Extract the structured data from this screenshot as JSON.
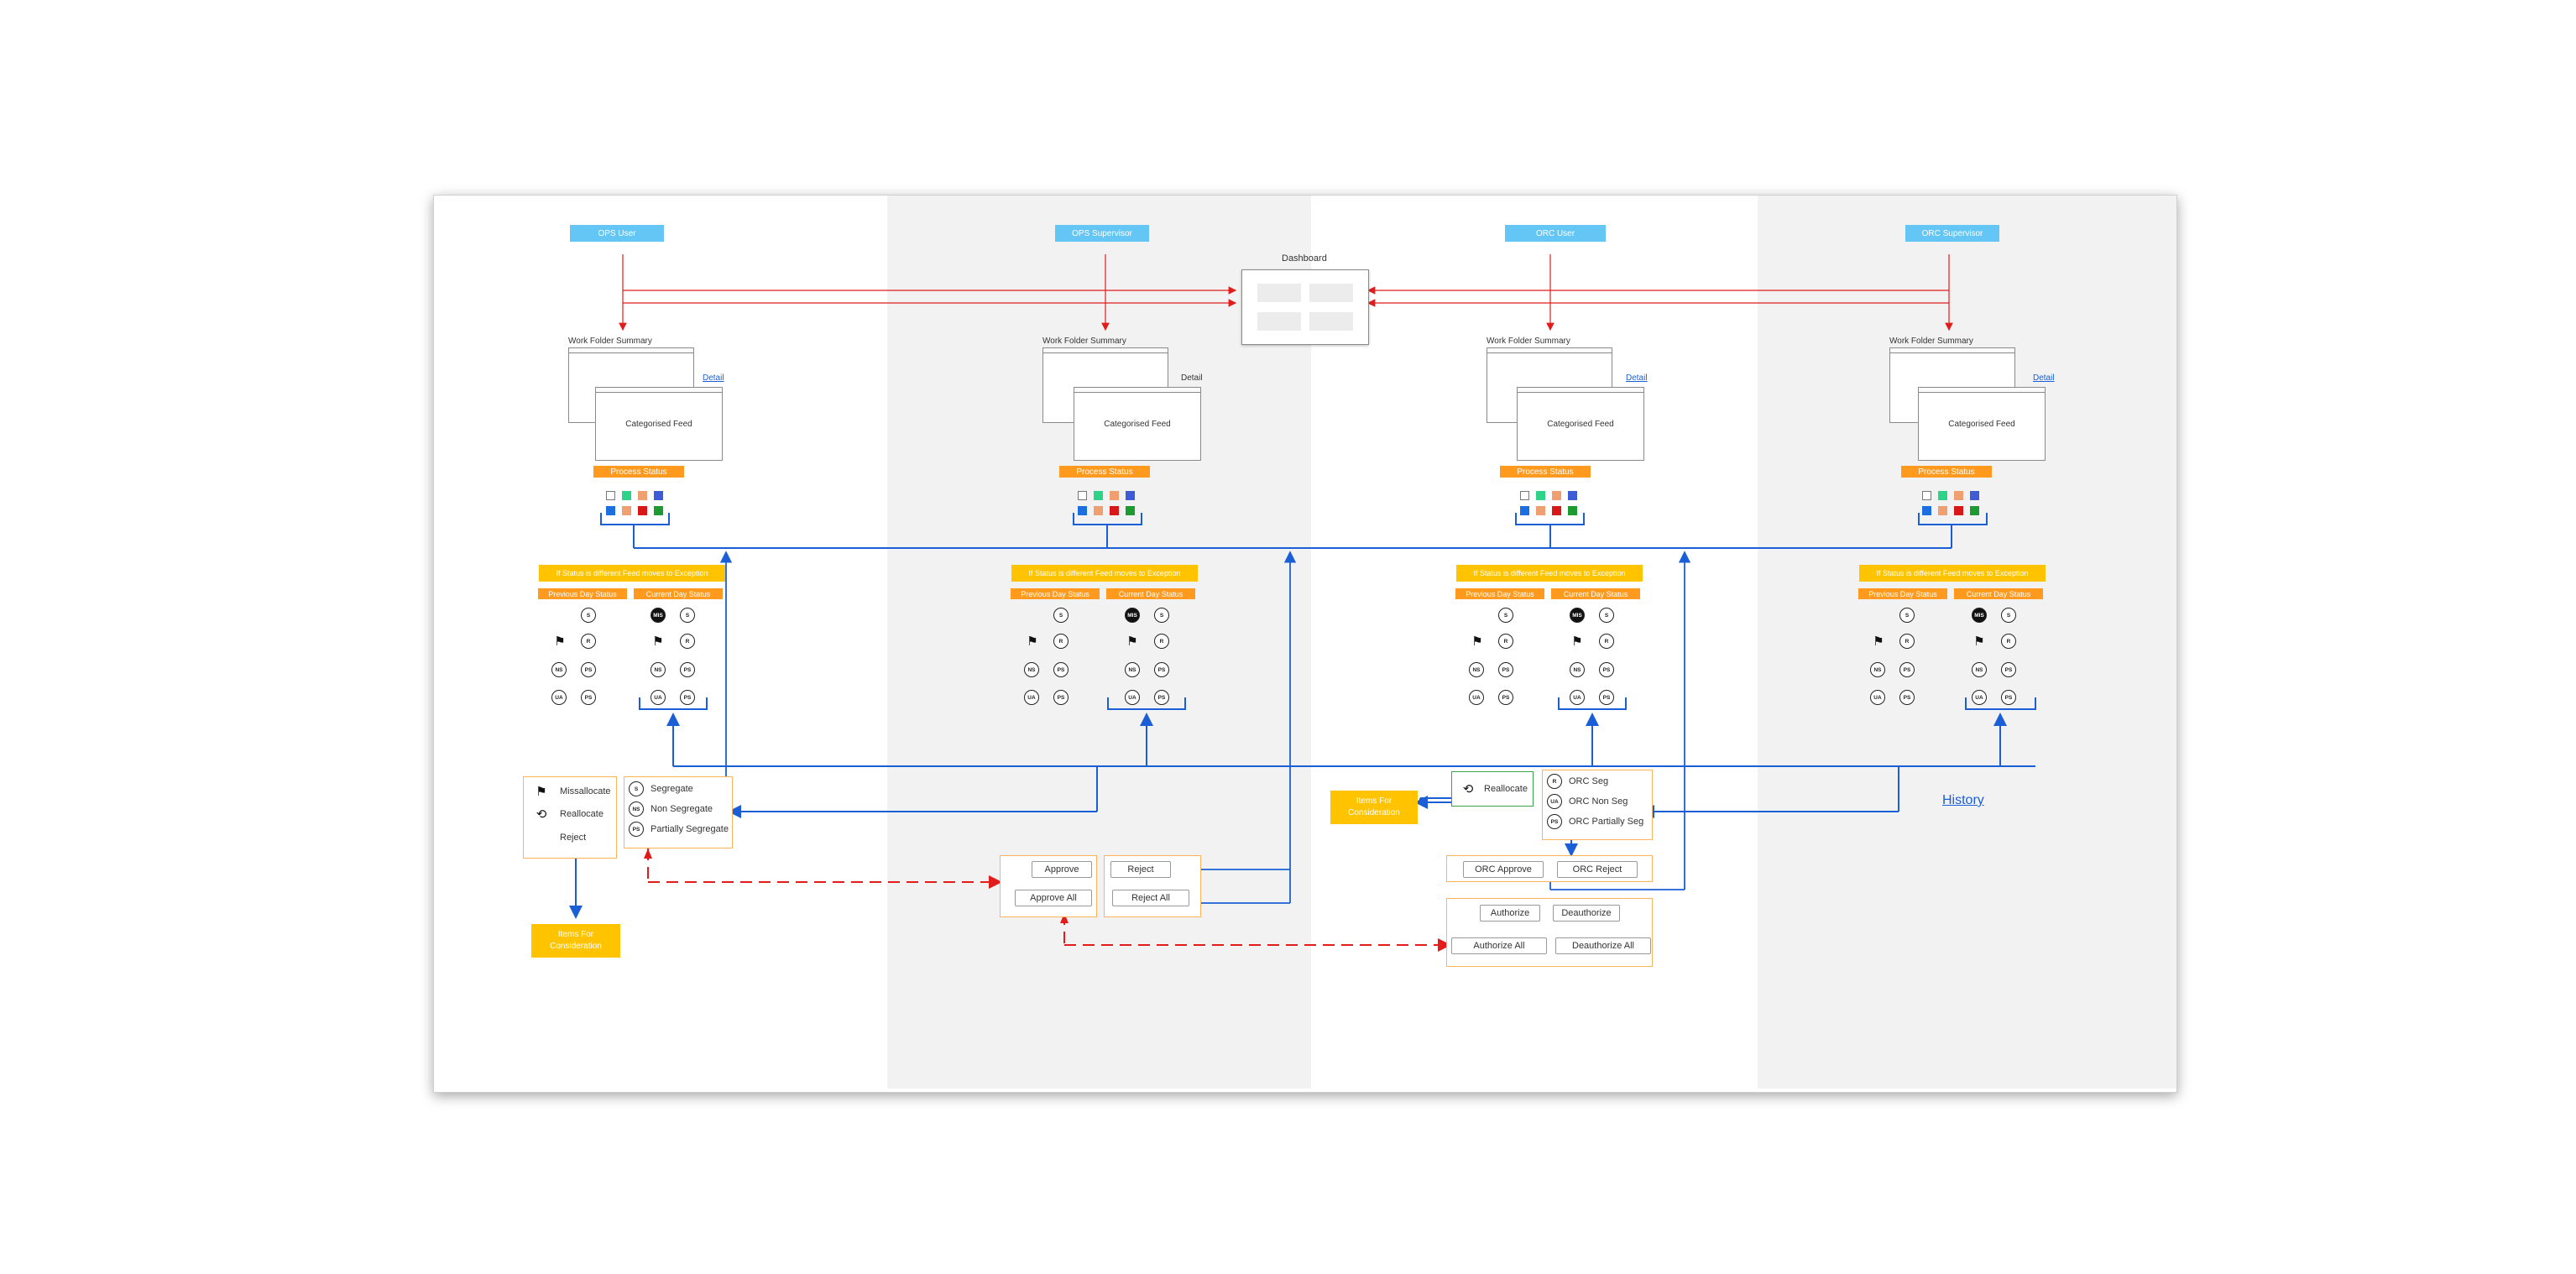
{
  "roles": {
    "ops_user": "OPS User",
    "ops_supervisor": "OPS Supervisor",
    "orc_user": "ORC User",
    "orc_supervisor": "ORC Supervisor"
  },
  "dashboard": {
    "title": "Dashboard"
  },
  "lanes": {
    "wfs_title": "Work Folder Summary",
    "detail": "Detail",
    "categorised_feed": "Categorised Feed",
    "process_status": "Process Status",
    "exception_rule": "If Status is different Feed moves to Exception",
    "previous_day_status": "Previous Day Status",
    "current_day_status": "Current Day Status"
  },
  "status_icons": {
    "seg": "S",
    "non_seg": "NS",
    "partial_seg": "PS",
    "dark": "MIS",
    "reallocated": "R",
    "unallocated": "UA"
  },
  "ops_user_actions": {
    "missallocate": "Missallocate",
    "reallocate": "Reallocate",
    "reject": "Reject",
    "segregate": "Segregate",
    "non_segregate": "Non Segregate",
    "partially_segregate": "Partially Segregate",
    "items_for_consideration": "Items For Consideration"
  },
  "ops_supervisor_actions": {
    "approve": "Approve",
    "approve_all": "Approve All",
    "reject": "Reject",
    "reject_all": "Reject All"
  },
  "orc_user_actions": {
    "items_for_consideration": "Items For Consideration",
    "reallocate": "Reallocate",
    "orc_seg": "ORC Seg",
    "orc_non_seg": "ORC Non Seg",
    "orc_partially_seg": "ORC Partially Seg",
    "orc_approve": "ORC Approve",
    "orc_reject": "ORC Reject"
  },
  "orc_supervisor_actions": {
    "authorize": "Authorize",
    "deauthorize": "Deauthorize",
    "authorize_all": "Authorize All",
    "deauthorize_all": "Deauthorize All",
    "history": "History"
  },
  "colors": {
    "role": "#64c6f5",
    "process_status": "#ff9a1f",
    "exception": "#ffc300",
    "blue_wire": "#1a5fd6",
    "red_wire": "#e21b1b",
    "lane_shade": "#f2f2f2",
    "swatches_top": [
      "#ffffff",
      "#2ed38a",
      "#f0a070",
      "#3d5cd6"
    ],
    "swatches_bottom": [
      "#1c6fe0",
      "#f0a070",
      "#d81818",
      "#1e9a32"
    ]
  }
}
